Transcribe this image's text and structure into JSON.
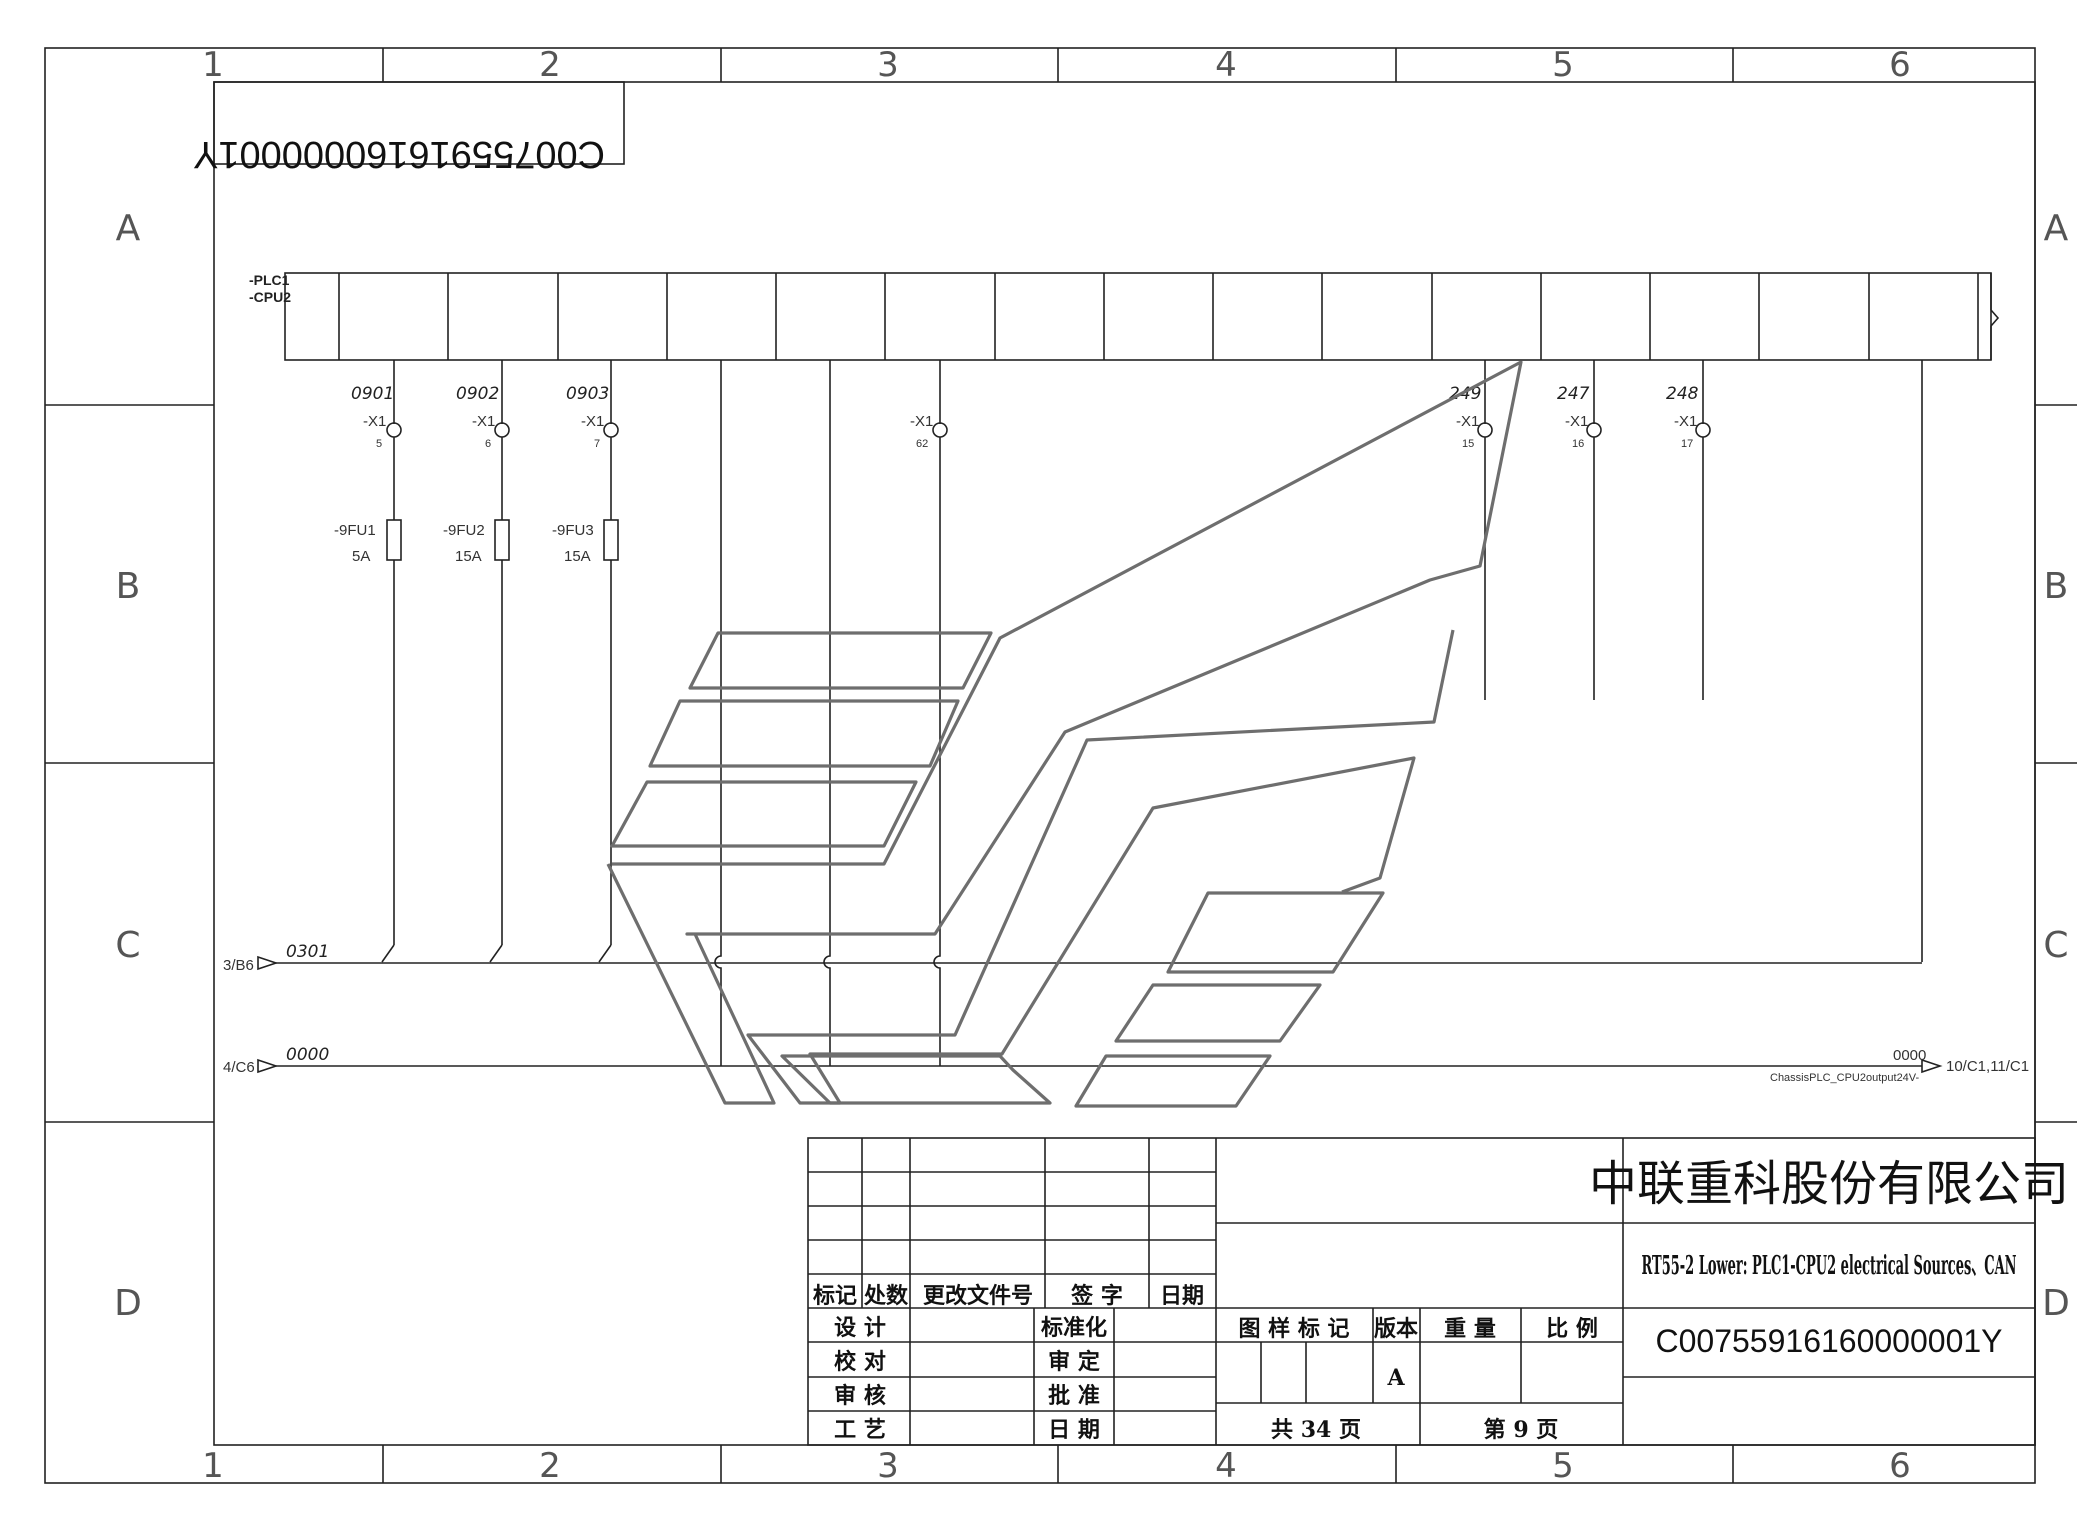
{
  "border": {
    "columns": [
      "1",
      "2",
      "3",
      "4",
      "5",
      "6"
    ],
    "rows": [
      "A",
      "B",
      "C",
      "D"
    ]
  },
  "stamp_mirrored": "C00755916160000001Y",
  "plc": {
    "tag_line1": "-PLC1",
    "tag_line2": "-CPU2"
  },
  "branches": [
    {
      "conductor": "0901",
      "terminal": "-X1",
      "pin": "5",
      "fuse": "-9FU1",
      "rating": "5A"
    },
    {
      "conductor": "0902",
      "terminal": "-X1",
      "pin": "6",
      "fuse": "-9FU2",
      "rating": "15A"
    },
    {
      "conductor": "0903",
      "terminal": "-X1",
      "pin": "7",
      "fuse": "-9FU3",
      "rating": "15A"
    },
    {
      "conductor": "",
      "terminal": "-X1",
      "pin": "62",
      "fuse": "",
      "rating": ""
    },
    {
      "conductor": "249",
      "terminal": "-X1",
      "pin": "15",
      "fuse": "",
      "rating": ""
    },
    {
      "conductor": "247",
      "terminal": "-X1",
      "pin": "16",
      "fuse": "",
      "rating": ""
    },
    {
      "conductor": "248",
      "terminal": "-X1",
      "pin": "17",
      "fuse": "",
      "rating": ""
    }
  ],
  "buses": {
    "bus1_ref": "3/B6",
    "bus1_wire": "0301",
    "bus2_ref": "4/C6",
    "bus2_wire": "0000",
    "out_wire": "0000",
    "out_ref": "10/C1,11/C1",
    "out_desc": "ChassisPLC_CPU2output24V-"
  },
  "title_block": {
    "company": "中联重科股份有限公司",
    "drawing_title": "RT55-2 Lower: PLC1-CPU2 electrical Sources、CAN",
    "drawing_number": "C00755916160000001Y",
    "revision_headers": [
      "标记",
      "处数",
      "更改文件号",
      "签 字",
      "日期"
    ],
    "left_roles": [
      "设 计",
      "校 对",
      "审 核",
      "工 艺"
    ],
    "right_roles": [
      "标准化",
      "审 定",
      "批 准",
      "日 期"
    ],
    "mark_label": "图 样 标 记",
    "version_label": "版本",
    "weight_label": "重 量",
    "scale_label": "比 例",
    "version_value": "A",
    "total_pages_label": "共 34 页",
    "page_label": "第 9 页"
  }
}
